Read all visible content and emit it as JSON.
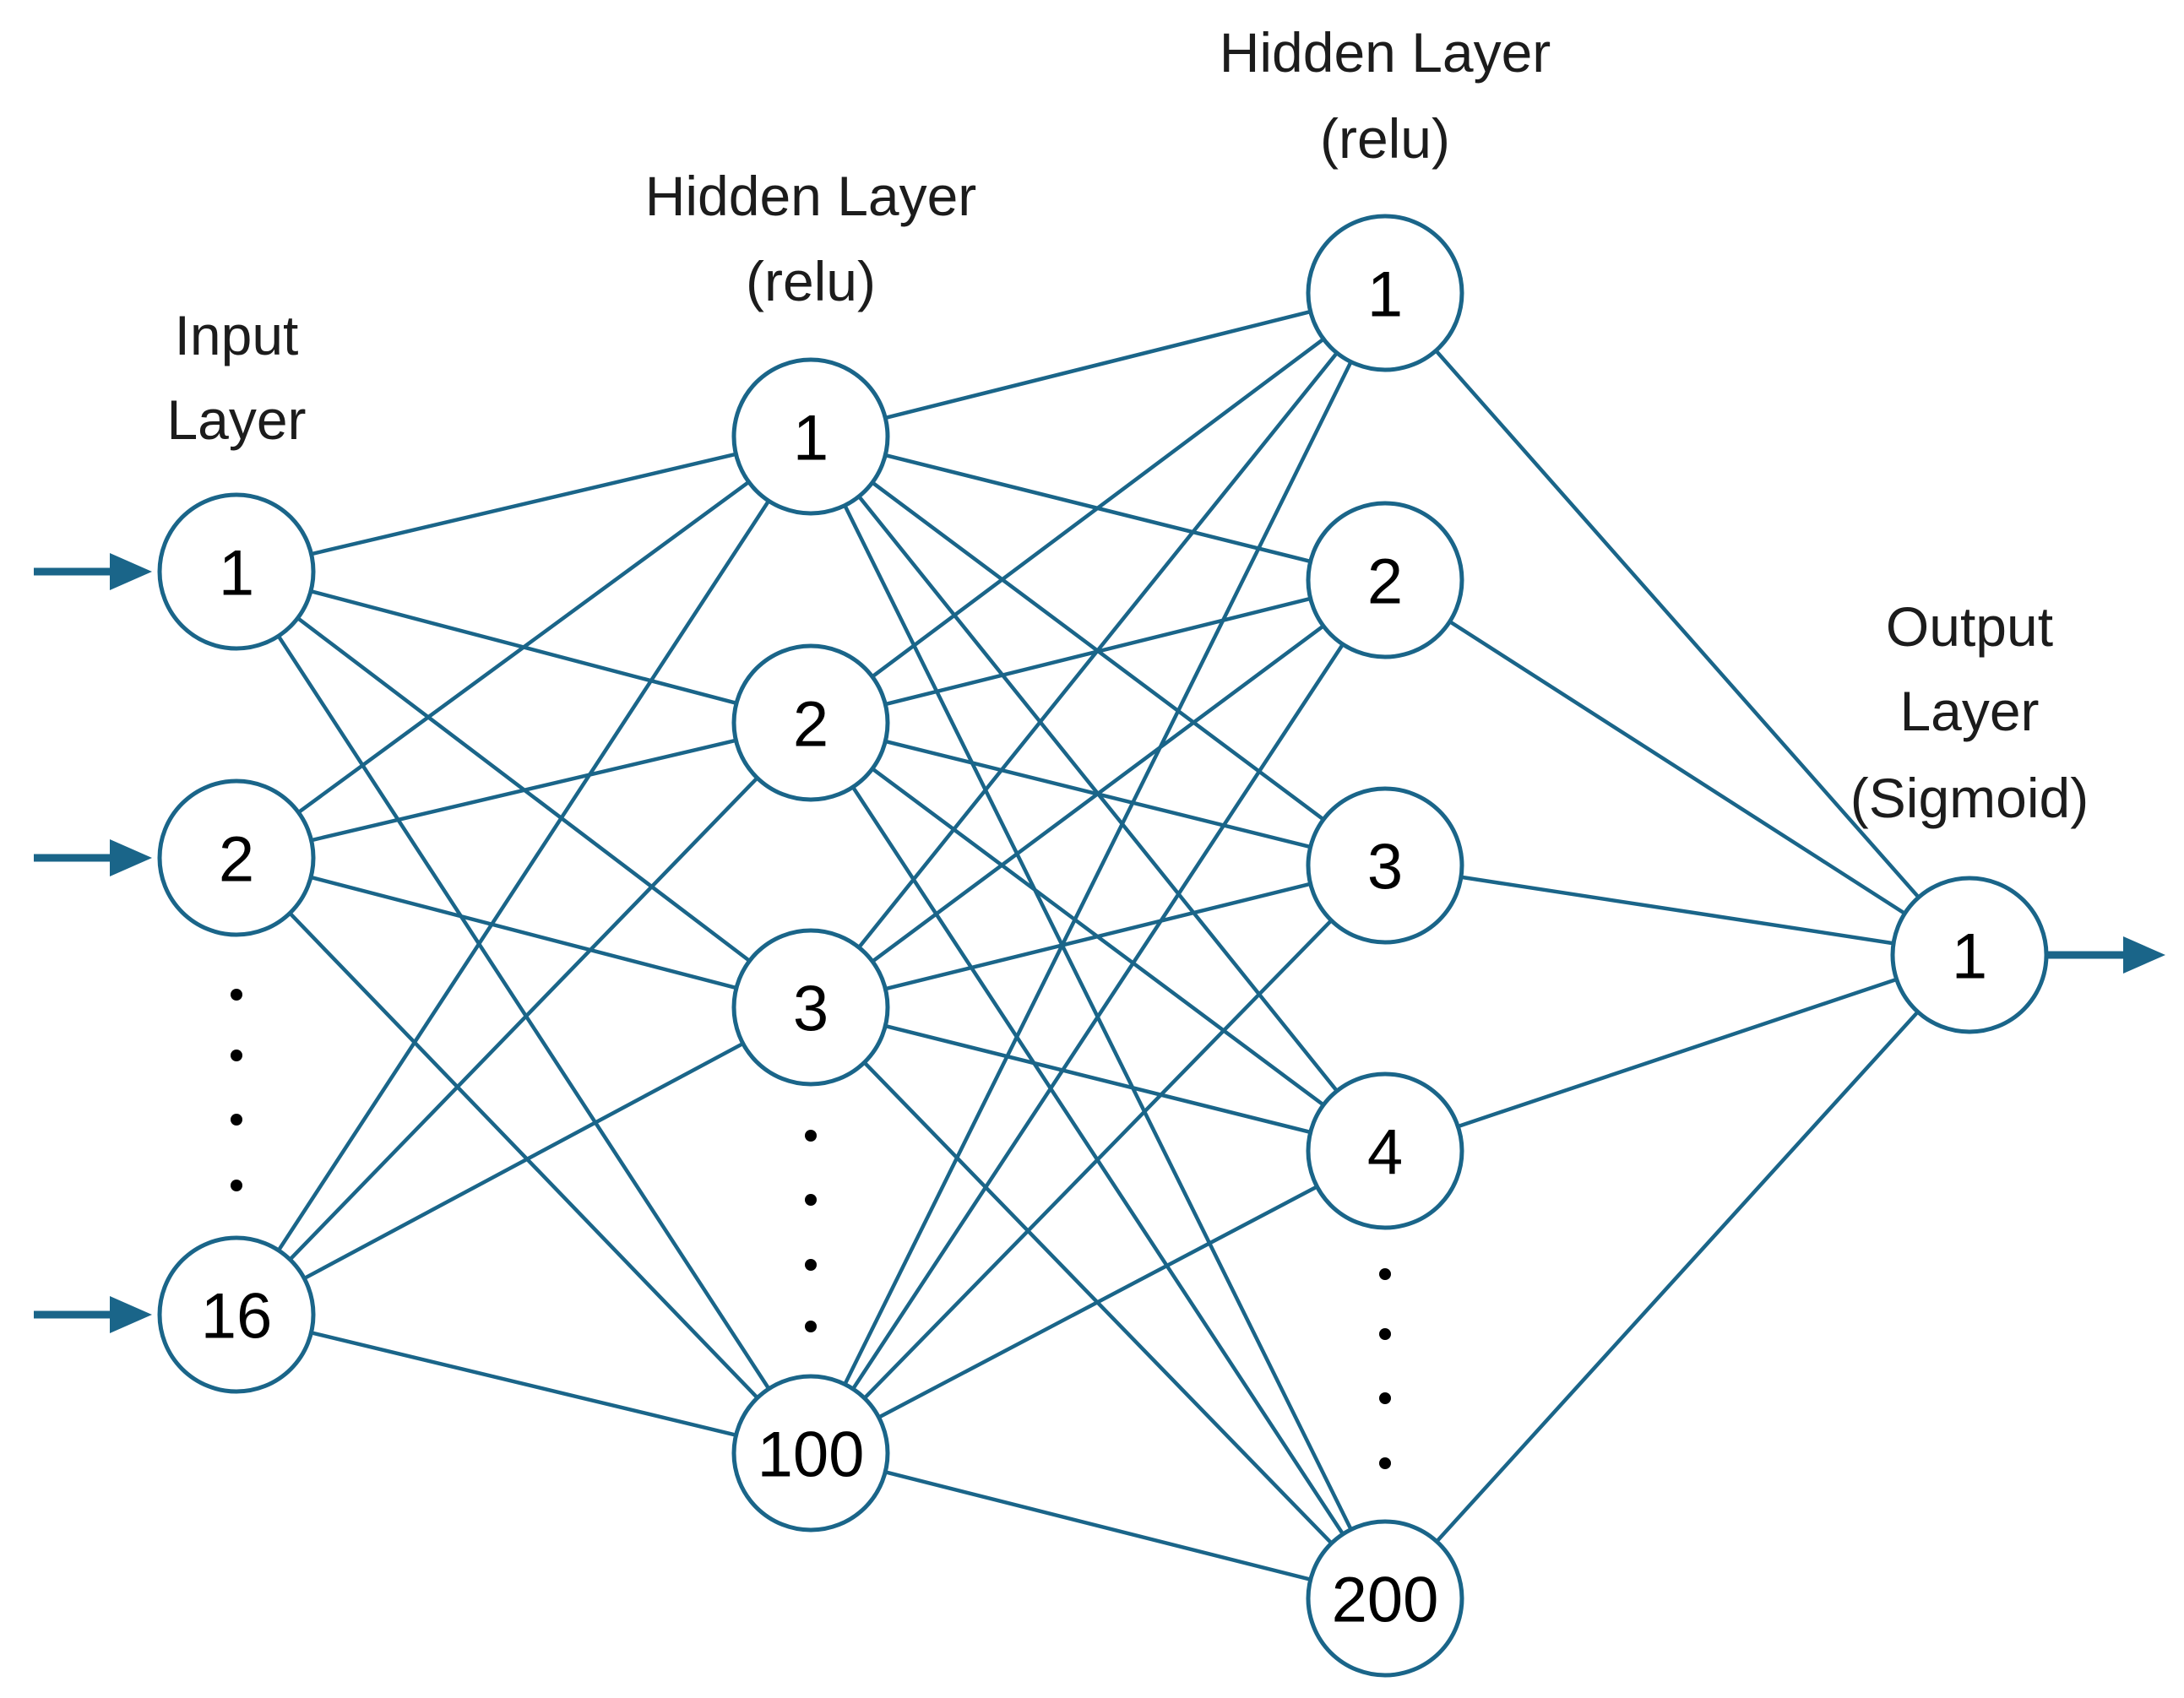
{
  "colors": {
    "accent": "#1a6589",
    "node_fill": "#ffffff",
    "text": "#000000"
  },
  "layers": [
    {
      "id": "input",
      "title_lines": [
        "Input",
        "Layer"
      ],
      "nodes": [
        "1",
        "2",
        "16"
      ],
      "ellipsis": true
    },
    {
      "id": "hidden1",
      "title_lines": [
        "Hidden Layer",
        "(relu)"
      ],
      "nodes": [
        "1",
        "2",
        "3",
        "100"
      ],
      "ellipsis": true
    },
    {
      "id": "hidden2",
      "title_lines": [
        "Hidden Layer",
        "(relu)"
      ],
      "nodes": [
        "1",
        "2",
        "3",
        "4",
        "200"
      ],
      "ellipsis": true
    },
    {
      "id": "output",
      "title_lines": [
        "Output",
        "Layer",
        "(Sigmoid)"
      ],
      "nodes": [
        "1"
      ],
      "ellipsis": false
    }
  ]
}
